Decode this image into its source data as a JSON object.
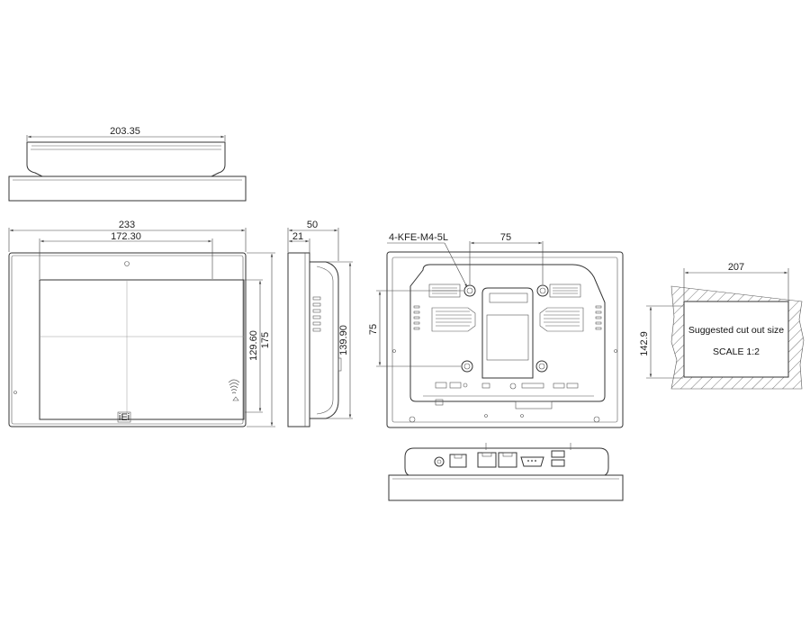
{
  "dimensions": {
    "top_view_width": "203.35",
    "front_outer_width": "233",
    "front_screen_width": "172.30",
    "front_screen_height": "129.60",
    "front_outer_height": "175",
    "side_depth": "50",
    "side_front_depth": "21",
    "side_height": "139.90",
    "rear_mount_spacing_h": "75",
    "rear_mount_spacing_v": "75",
    "cutout_width": "207",
    "cutout_height": "142.9"
  },
  "labels": {
    "screw_spec": "4-KFE-M4-5L",
    "cutout_note": "Suggested cut out size",
    "scale_note": "SCALE 1:2",
    "logo": "iEi"
  }
}
